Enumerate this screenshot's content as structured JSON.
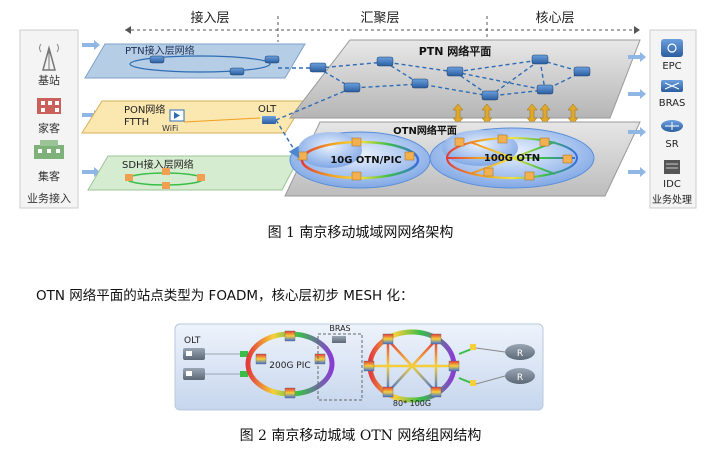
{
  "fig1": {
    "layers": {
      "access": "接入层",
      "aggregation": "汇聚层",
      "core": "核心层"
    },
    "left_labels": {
      "base_station": "基站",
      "home": "家客",
      "enterprise": "集客",
      "access_biz": "业务接入"
    },
    "ptn_access": "PTN接入层网络",
    "pon_line1": "PON网络",
    "pon_line2": "FTTH",
    "wifi": "WiFi",
    "olt": "OLT",
    "sdh_access": "SDH接入层网络",
    "ptn_plane": "PTN 网络平面",
    "otn_plane": "OTN网络平面",
    "otn_10g": "10G OTN/PIC",
    "otn_100g": "100G OTN",
    "right_labels": {
      "epc": "EPC",
      "bras": "BRAS",
      "sr": "SR",
      "idc": "IDC",
      "biz_proc": "业务处理"
    },
    "caption": "图 1   南京移动城域网网络架构"
  },
  "paragraph": "OTN 网络平面的站点类型为 FOADM，核心层初步 MESH 化：",
  "fig2": {
    "olt": "OLT",
    "bras": "BRAS",
    "pic": "200G PIC",
    "core": "80* 100G",
    "caption": "图 2   南京移动城域 OTN 网络组网结构"
  },
  "colors": {
    "ptn_blue": "#2f6db5",
    "otn_cloud": "#5a8fd8",
    "arrow_gold": "#d9a020"
  }
}
